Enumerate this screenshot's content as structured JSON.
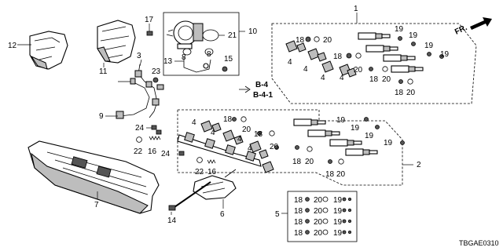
{
  "diagram_code": "TBGAE0310",
  "direction_label": "FR.",
  "refs": {
    "b4": "B-4",
    "b41": "B-4-1"
  },
  "callouts": {
    "c1": "1",
    "c2": "2",
    "c3": "3",
    "c4": "4",
    "c5": "5",
    "c6": "6",
    "c7": "7",
    "c8": "8",
    "c9": "9",
    "c10": "10",
    "c11": "11",
    "c12": "12",
    "c13": "13",
    "c14": "14",
    "c15": "15",
    "c16": "16",
    "c17": "17",
    "c18": "18",
    "c19": "19",
    "c20": "20",
    "c21": "21",
    "c22": "22",
    "c23": "23",
    "c24": "24"
  },
  "icons": {
    "direction_arrow": "fr-arrow-icon"
  }
}
